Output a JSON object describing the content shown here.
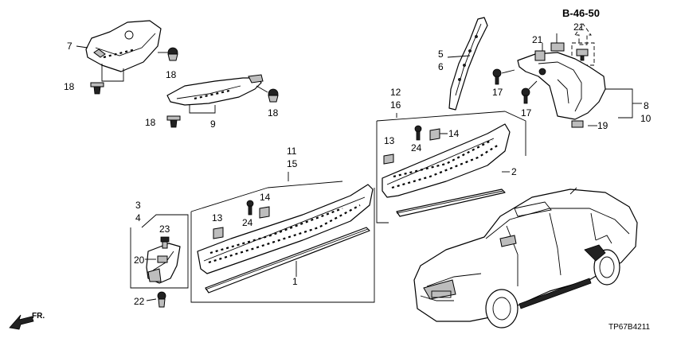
{
  "reference": "B-46-50",
  "diagram_code": "TP67B4211",
  "direction": "FR.",
  "callouts": {
    "c1": "1",
    "c2": "2",
    "c3": "3",
    "c4": "4",
    "c5": "5",
    "c6": "6",
    "c7": "7",
    "c8": "8",
    "c9": "9",
    "c10": "10",
    "c11": "11",
    "c12": "12",
    "c13a": "13",
    "c13b": "13",
    "c14a": "14",
    "c14b": "14",
    "c15": "15",
    "c16": "16",
    "c17a": "17",
    "c17b": "17",
    "c18a": "18",
    "c18b": "18",
    "c18c": "18",
    "c18d": "18",
    "c19": "19",
    "c20": "20",
    "c21a": "21",
    "c21b": "21",
    "c22": "22",
    "c23": "23",
    "c24a": "24",
    "c24b": "24"
  }
}
